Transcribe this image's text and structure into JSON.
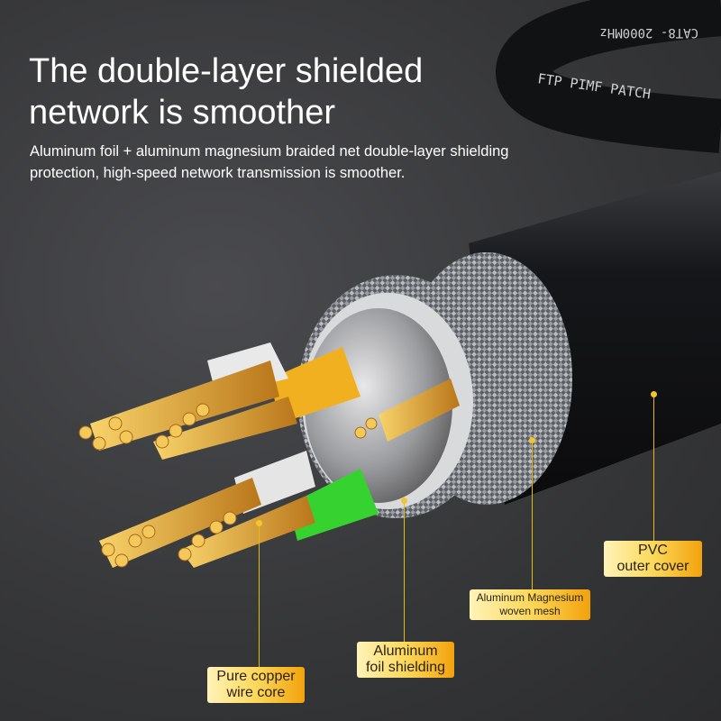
{
  "headline": {
    "line1": "The double-layer shielded",
    "line2": "network is smoother"
  },
  "subtitle": "Aluminum foil + aluminum magnesium braided net double-layer shielding protection, high-speed network transmission is smoother.",
  "cable_print": {
    "upper": "CAT8- 2000MHz",
    "lower": "FTP PIMF PATCH"
  },
  "labels": {
    "copper": {
      "line1": "Pure copper",
      "line2": "wire core"
    },
    "foil": {
      "line1": "Aluminum",
      "line2": "foil shielding"
    },
    "mesh": {
      "line1": "Aluminum Magnesium",
      "line2": "woven mesh"
    },
    "pvc": {
      "line1": "PVC",
      "line2": "outer cover"
    }
  },
  "colors": {
    "label_gold": "#f2a20c",
    "copper": "#e0a030",
    "background": "#3a3b3d"
  }
}
